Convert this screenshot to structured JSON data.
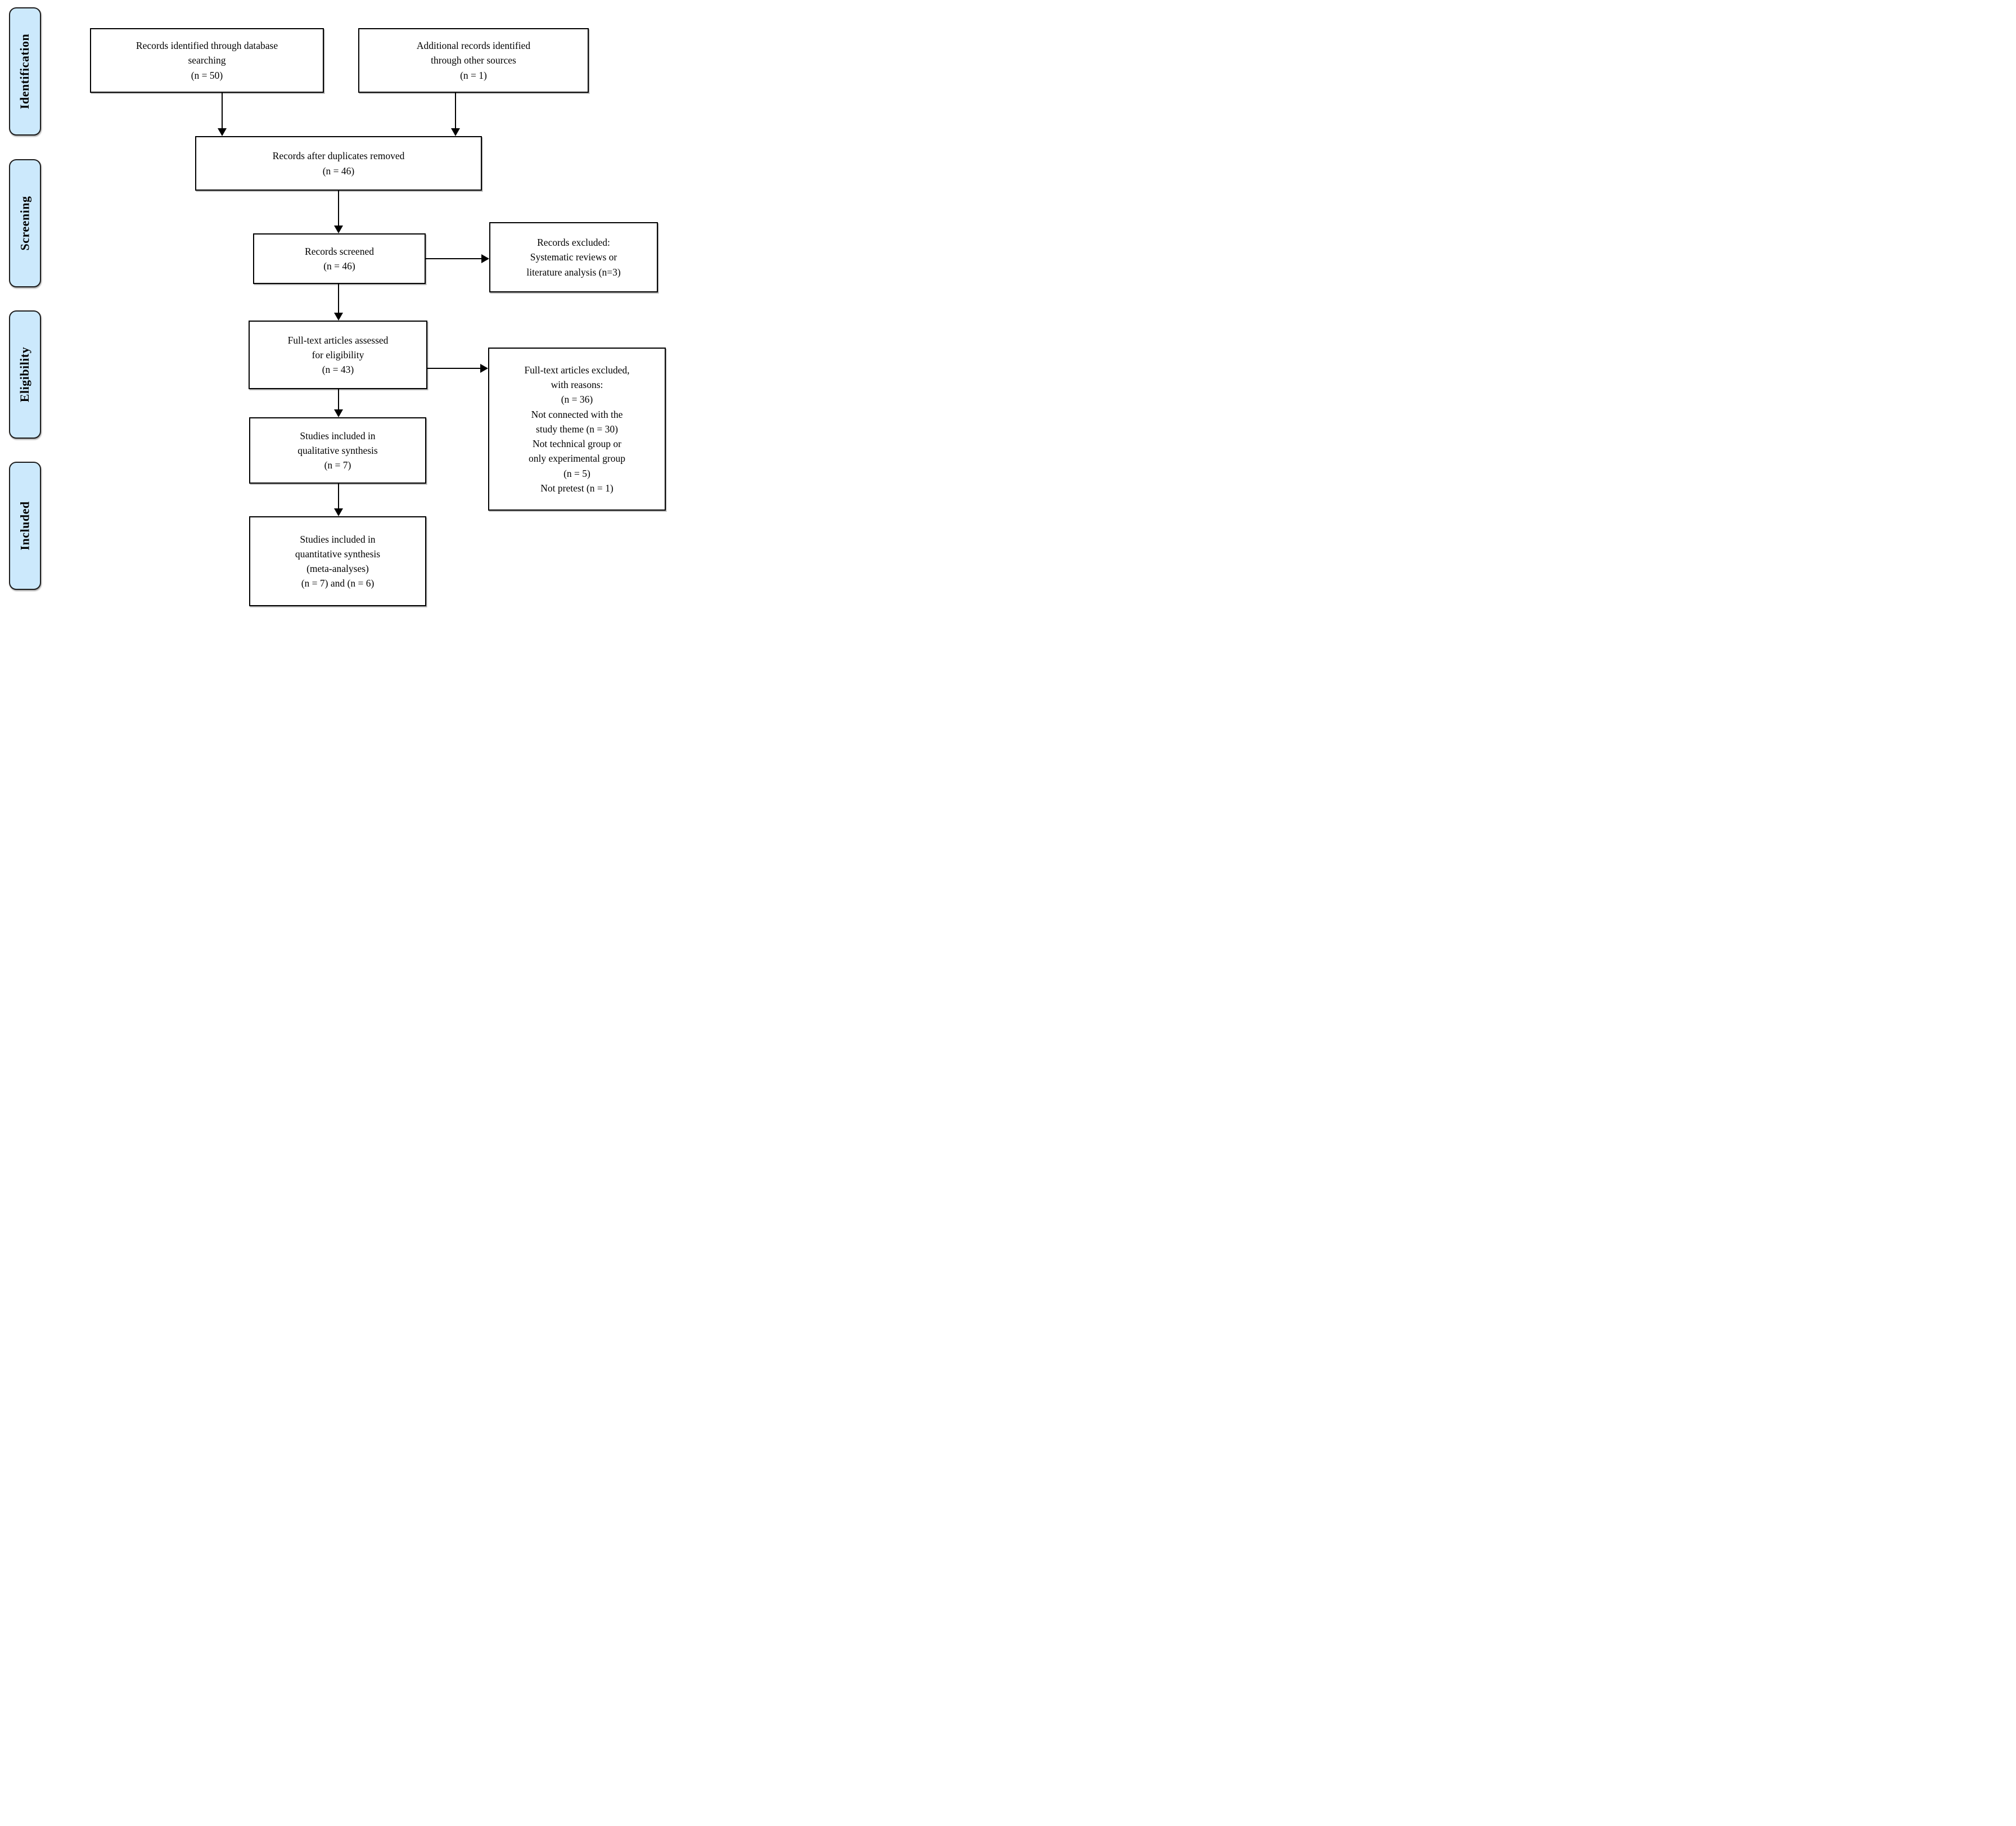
{
  "stages": [
    {
      "label": "Identification"
    },
    {
      "label": "Screening"
    },
    {
      "label": "Eligibility"
    },
    {
      "label": "Included"
    }
  ],
  "flow": {
    "identified_db": {
      "text": "Records identified through database\nsearching\n(n = 50)"
    },
    "identified_other": {
      "text": "Additional records identified\nthrough other sources\n(n = 1)"
    },
    "duplicates_removed": {
      "text": "Records after duplicates removed\n(n = 46)"
    },
    "screened": {
      "text": "Records screened\n(n = 46)"
    },
    "records_excluded": {
      "text": "Records excluded:\nSystematic reviews or\nliterature analysis (n=3)"
    },
    "fulltext_assessed": {
      "text": "Full-text articles assessed\nfor eligibility\n(n = 43)"
    },
    "fulltext_excluded": {
      "text": "Full-text articles excluded,\nwith reasons:\n(n = 36)\nNot connected with the\nstudy theme (n = 30)\nNot technical group or\nonly experimental group\n(n = 5)\nNot pretest (n = 1)"
    },
    "qualitative_included": {
      "text": "Studies included in\nqualitative synthesis\n(n = 7)"
    },
    "quantitative_included": {
      "text": "Studies included in\nquantitative synthesis\n(meta-analyses)\n(n = 7) and (n = 6)"
    }
  },
  "colors": {
    "stage_fill": "#cce9fc",
    "stage_border": "#1c1c1c",
    "box_fill": "#ffffff",
    "box_border": "#000000",
    "arrow": "#000000",
    "text": "#000000",
    "background": "#ffffff"
  }
}
